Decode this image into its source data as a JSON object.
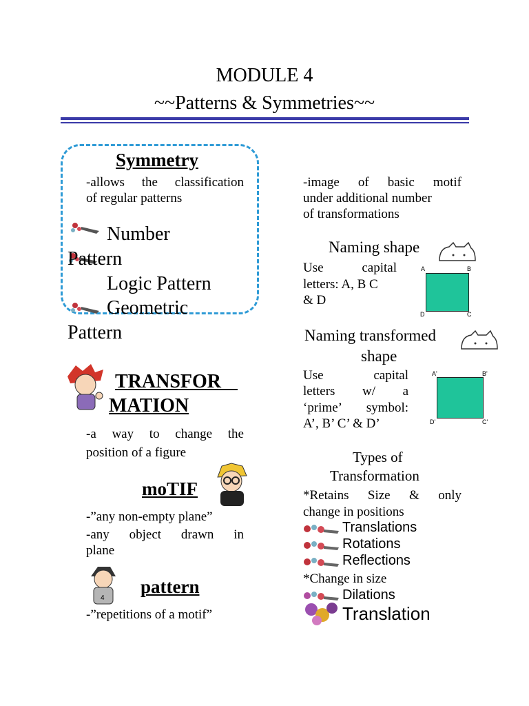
{
  "header": {
    "module": "MODULE 4",
    "subtitle": "~~Patterns & Symmetries~~"
  },
  "left": {
    "symmetry": {
      "heading": "Symmetry",
      "line1": "-allows the classification",
      "line2": "of regular patterns",
      "items": [
        {
          "a": "Number",
          "b": "Pattern"
        },
        {
          "a": "Logic Pattern",
          "b": ""
        },
        {
          "a": "Geometric",
          "b": "Pattern"
        }
      ]
    },
    "transformation": {
      "heading1": "TRANSFOR",
      "heading2": "MATION",
      "line1": "-a way to change the",
      "line2": "position of a figure"
    },
    "motif": {
      "heading": "moTIF",
      "line1": "-”any non-empty plane”",
      "line2": "-any object drawn in",
      "line3": "plane"
    },
    "pattern": {
      "heading": "pattern",
      "line1": "-”repetitions of a motif”"
    }
  },
  "right": {
    "image_def": {
      "line1": "-image of basic motif",
      "line2": "under additional number",
      "line3": "of transformations"
    },
    "naming_shape": {
      "heading": "Naming shape",
      "line1": "Use capital",
      "line2": "letters: A, B C",
      "line3": "& D",
      "labels": {
        "a": "A",
        "b": "B",
        "c": "C",
        "d": "D"
      }
    },
    "naming_transformed": {
      "heading1": "Naming transformed",
      "heading2": "shape",
      "line1": "Use capital",
      "line2": "letters w/ a",
      "line3": "‘prime’ symbol:",
      "line4": "A’, B’ C’ & D’",
      "labels": {
        "a": "A'",
        "b": "B'",
        "c": "C'",
        "d": "D'"
      }
    },
    "types": {
      "heading1": "Types of",
      "heading2": "Transformation",
      "retains1": "*Retains Size & only",
      "retains2": "change in positions",
      "list1": [
        "Translations",
        "Rotations",
        "Reflections"
      ],
      "change": "*Change in size",
      "list2": [
        "Dilations"
      ],
      "last": "Translation"
    }
  },
  "colors": {
    "rule": "#3a3aa8",
    "dash": "#2f9bd6",
    "square": "#1fc49a"
  }
}
